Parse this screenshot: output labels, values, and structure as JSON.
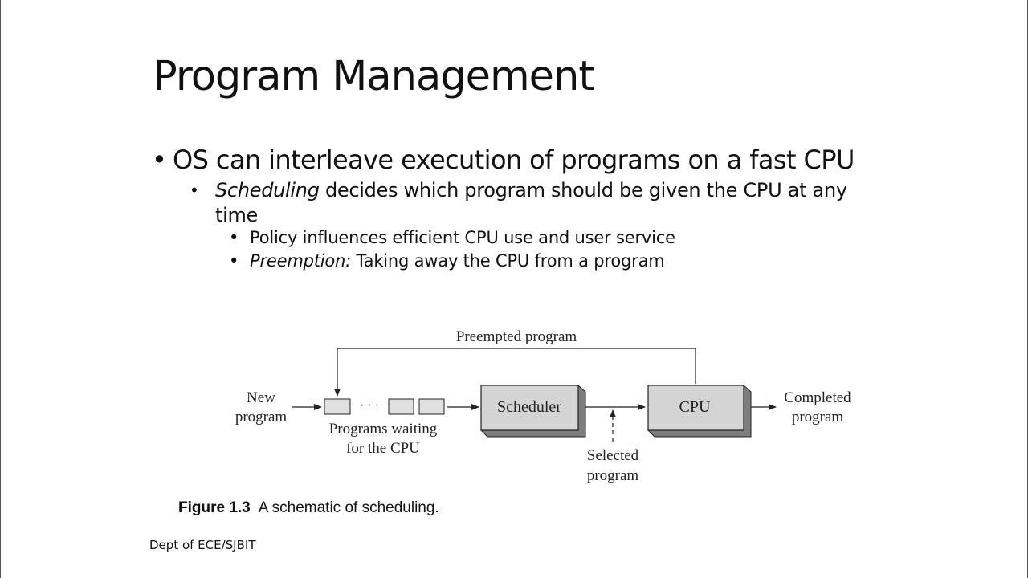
{
  "slide": {
    "title": "Program Management",
    "bullet_level1": "OS can interleave execution of programs on a fast CPU",
    "bullet_level2": {
      "italic": "Scheduling",
      "rest_line1": " decides which program should be given the CPU at any",
      "rest_line2": "time"
    },
    "bullet_level3": [
      {
        "italic": "",
        "text": "Policy influences efficient CPU use and user service"
      },
      {
        "italic": "Preemption:",
        "text": " Taking away the CPU from a program"
      }
    ],
    "bullet_glyph": "•"
  },
  "figure": {
    "label_preempted": "Preempted program",
    "label_new_line1": "New",
    "label_new_line2": "program",
    "label_waiting_line1": "Programs waiting",
    "label_waiting_line2": "for the CPU",
    "label_ellipsis": "· · ·",
    "box_scheduler": "Scheduler",
    "box_cpu": "CPU",
    "label_selected_line1": "Selected",
    "label_selected_line2": "program",
    "label_completed_line1": "Completed",
    "label_completed_line2": "program"
  },
  "caption": {
    "number": "Figure 1.3",
    "text": "A schematic of scheduling."
  },
  "footer": {
    "text": "Dept of ECE/SJBIT"
  }
}
